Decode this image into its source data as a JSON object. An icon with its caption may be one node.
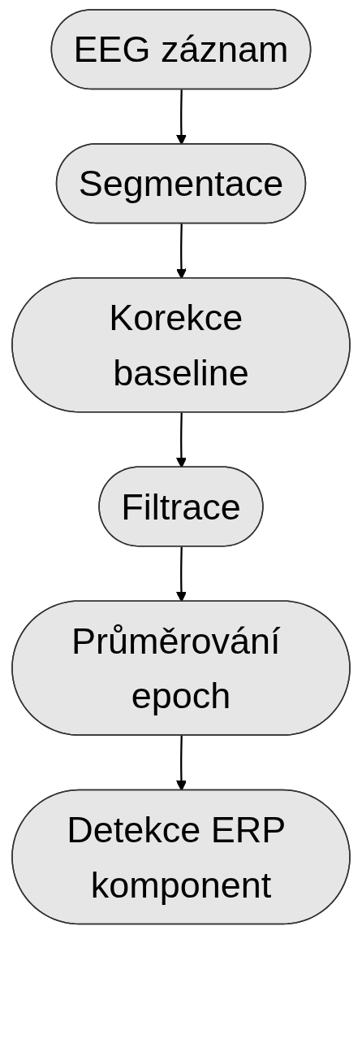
{
  "diagram": {
    "nodes": [
      {
        "text": [
          "EEG záznam"
        ]
      },
      {
        "text": [
          "Segmentace"
        ]
      },
      {
        "text": [
          "Korekce baseline"
        ]
      },
      {
        "text": [
          "Filtrace"
        ]
      },
      {
        "text": [
          "Průměrování epoch"
        ]
      },
      {
        "text": [
          "Detekce ERP komponent"
        ]
      }
    ],
    "edges": [
      {
        "from": 0,
        "to": 1,
        "arrow": "to"
      },
      {
        "from": 1,
        "to": 2,
        "arrow": "to"
      },
      {
        "from": 2,
        "to": 3,
        "arrow": "to"
      },
      {
        "from": 3,
        "to": 4,
        "arrow": "to"
      },
      {
        "from": 4,
        "to": 5,
        "arrow": "to"
      }
    ]
  }
}
